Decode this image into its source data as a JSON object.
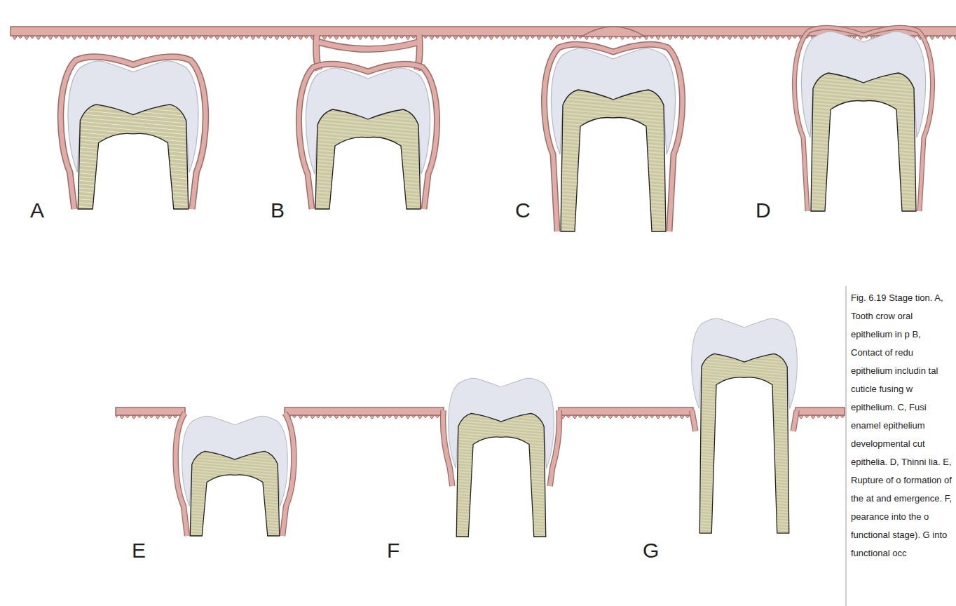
{
  "diagram": {
    "caption": "Fig. 6.19 Stage tion. A, Tooth crow oral epithelium in p B, Contact of redu epithelium includin tal cuticle fusing w epithelium. C, Fusi enamel epithelium developmental cut epithelia. D, Thinni lia. E, Rupture of o formation of the at and emergence. F, pearance into the o functional stage). G into functional occ",
    "labels": [
      "A",
      "B",
      "C",
      "D",
      "E",
      "F",
      "G"
    ]
  }
}
